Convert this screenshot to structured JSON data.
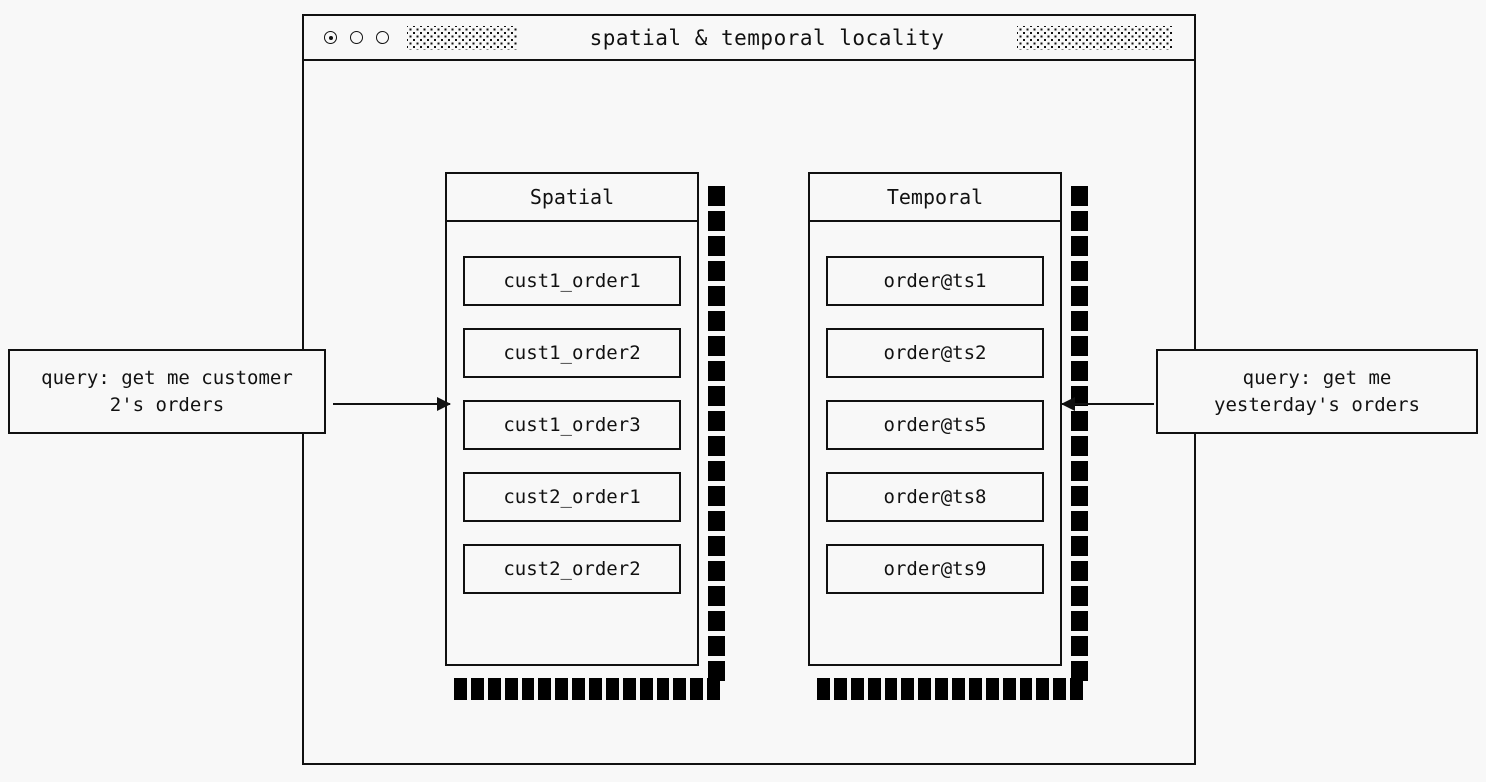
{
  "window": {
    "title": "spatial & temporal locality",
    "controls": [
      {
        "name": "window-control-primary",
        "state": "active"
      },
      {
        "name": "window-control-secondary",
        "state": "idle"
      },
      {
        "name": "window-control-tertiary",
        "state": "idle"
      }
    ],
    "decor_left": "dotted-hatch-pattern",
    "decor_right": "dotted-hatch-pattern"
  },
  "panels": [
    {
      "id": "spatial",
      "title": "Spatial",
      "items": [
        "cust1_order1",
        "cust1_order2",
        "cust1_order3",
        "cust2_order1",
        "cust2_order2"
      ]
    },
    {
      "id": "temporal",
      "title": "Temporal",
      "items": [
        "order@ts1",
        "order@ts2",
        "order@ts5",
        "order@ts8",
        "order@ts9"
      ]
    }
  ],
  "queries": [
    {
      "id": "left",
      "text": "query: get me customer\n2's orders",
      "arrow": "points-right-into-spatial"
    },
    {
      "id": "right",
      "text": "query: get me\nyesterday's orders",
      "arrow": "points-left-into-temporal"
    }
  ],
  "colors": {
    "background": "#f8f8f8",
    "ink": "#111111",
    "shadow": "#000000"
  }
}
